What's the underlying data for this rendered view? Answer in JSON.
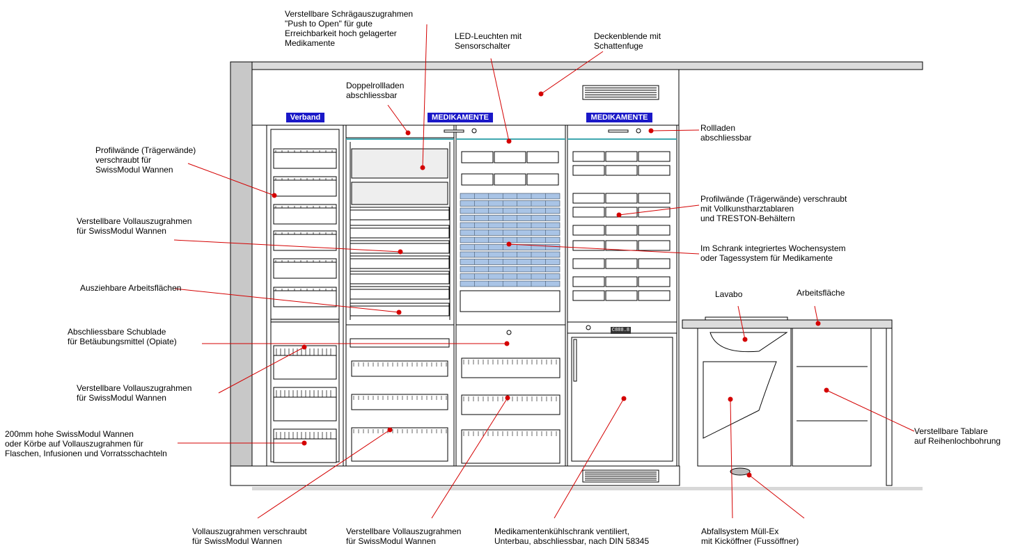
{
  "tags": {
    "verband": "Verband",
    "medikamente_1": "MEDIKAMENTE",
    "medikamente_2": "MEDIKAMENTE"
  },
  "device_display": "C888.8",
  "annotations": [
    {
      "id": "schraeg",
      "text": "Verstellbare Schrägauszugrahmen\n\"Push to Open\" für gute\nErreichbarkeit hoch gelagerter\nMedikamente"
    },
    {
      "id": "led",
      "text": "LED-Leuchten mit\nSensorschalter"
    },
    {
      "id": "decken",
      "text": "Deckenblende mit\nSchattenfuge"
    },
    {
      "id": "doppel",
      "text": "Doppelrollladen\nabschliessbar"
    },
    {
      "id": "rolll",
      "text": "Rollladen\nabschliessbar"
    },
    {
      "id": "profil1",
      "text": "Profilwände (Trägerwände)\nverschraubt für\nSwissModul Wannen"
    },
    {
      "id": "profil2",
      "text": "Profilwände (Trägerwände) verschraubt\nmit Vollkunstharztablaren\nund TRESTON-Behältern"
    },
    {
      "id": "voll1",
      "text": "Verstellbare Vollauszugrahmen\nfür SwissModul Wannen"
    },
    {
      "id": "wochen",
      "text": "Im Schrank integriertes Wochensystem\noder Tagessystem für Medikamente"
    },
    {
      "id": "arbeitsfl",
      "text": "Ausziehbare Arbeitsflächen"
    },
    {
      "id": "lavabo",
      "text": "Lavabo"
    },
    {
      "id": "arbeitsflaeche",
      "text": "Arbeitsfläche"
    },
    {
      "id": "schublade",
      "text": "Abschliessbare Schublade\nfür Betäubungsmittel (Opiate)"
    },
    {
      "id": "voll2",
      "text": "Verstellbare Vollauszugrahmen\nfür SwissModul Wannen"
    },
    {
      "id": "wannen200",
      "text": "200mm hohe SwissModul Wannen\noder Körbe auf Vollauszugrahmen für\nFlaschen, Infusionen und Vorratsschachteln"
    },
    {
      "id": "tablare",
      "text": "Verstellbare Tablare\nauf Reihenlochbohrung"
    },
    {
      "id": "vollversch",
      "text": "Vollauszugrahmen verschraubt\nfür SwissModul Wannen"
    },
    {
      "id": "voll3",
      "text": "Verstellbare Vollauszugrahmen\nfür SwissModul Wannen"
    },
    {
      "id": "kuehl",
      "text": "Medikamentenkühlschrank ventiliert,\nUnterbau, abschliessbar, nach DIN 58345"
    },
    {
      "id": "abfall",
      "text": "Abfallsystem Müll-Ex\nmit Kicköffner (Fussöffner)"
    }
  ],
  "colors": {
    "accent_red": "#d40000",
    "tag_blue": "#1a18c8",
    "tray_blue": "#a9c4e6",
    "frame_gray": "#c8c8c8"
  }
}
